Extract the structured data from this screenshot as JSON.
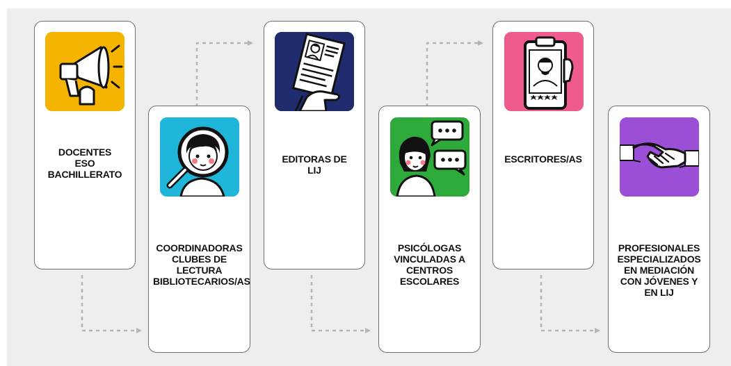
{
  "colors": {
    "background": "#eeeeee",
    "card_border": "#6e6e6e",
    "connector": "#b5b5b5",
    "icon_orange": "#f5b400",
    "icon_cyan": "#1fb6d9",
    "icon_navy": "#1f2d6e",
    "icon_green": "#2eaa3a",
    "icon_pink": "#ef5a8f",
    "icon_purple": "#9b4fd6"
  },
  "cards": [
    {
      "icon": "megaphone-icon",
      "lines": [
        "DOCENTES",
        "ESO",
        "BACHILLERATO"
      ]
    },
    {
      "icon": "magnifier-person-icon",
      "lines": [
        "COORDINADORAS",
        "CLUBES DE LECTURA",
        "BIBLIOTECARIOS/AS"
      ]
    },
    {
      "icon": "document-profile-icon",
      "lines": [
        "EDITORAS DE",
        "LIJ"
      ]
    },
    {
      "icon": "chat-person-icon",
      "lines": [
        "PSICÓLOGAS",
        "VINCULADAS A",
        "CENTROS",
        "ESCOLARES"
      ]
    },
    {
      "icon": "clipboard-rating-icon",
      "lines": [
        "ESCRITORES/AS"
      ]
    },
    {
      "icon": "handshake-icon",
      "lines": [
        "PROFESIONALES",
        "ESPECIALIZADOS",
        "EN MEDIACIÓN",
        "CON JÓVENES Y",
        "EN LIJ"
      ]
    }
  ]
}
